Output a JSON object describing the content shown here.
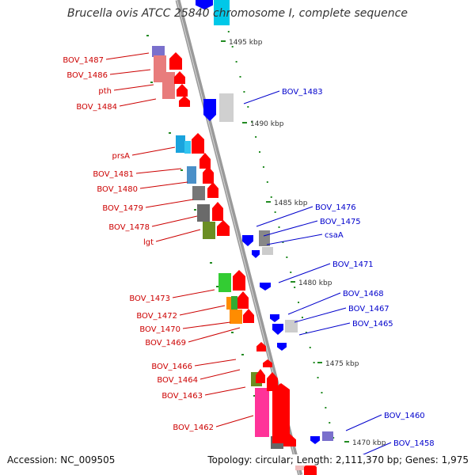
{
  "title": "Brucella ovis ATCC 25840 chromosome I, complete sequence",
  "footer": {
    "accession": "Accession: NC_009505",
    "stats": "Topology: circular; Length: 2,111,370 bp; Genes: 1,975"
  },
  "colors": {
    "left_label": "#cc0000",
    "right_label": "#0000cc",
    "ruler_label": "#333333",
    "tick": "#228b22",
    "axis": "#999999"
  },
  "ruler": [
    {
      "label": "1495 kbp"
    },
    {
      "label": "1490 kbp"
    },
    {
      "label": "1485 kbp"
    },
    {
      "label": "1480 kbp"
    },
    {
      "label": "1475 kbp"
    },
    {
      "label": "1470 kbp"
    }
  ],
  "left_genes": [
    {
      "label": "BOV_1487",
      "color": "#ff0000"
    },
    {
      "label": "BOV_1486",
      "color": "#ff0000"
    },
    {
      "label": "pth",
      "color": "#ff0000"
    },
    {
      "label": "BOV_1484",
      "color": "#ff0000"
    },
    {
      "label": "prsA",
      "color": "#ff0000"
    },
    {
      "label": "BOV_1481",
      "color": "#ff0000"
    },
    {
      "label": "BOV_1480",
      "color": "#ff0000"
    },
    {
      "label": "BOV_1479",
      "color": "#ff0000"
    },
    {
      "label": "BOV_1478",
      "color": "#ff0000"
    },
    {
      "label": "lgt",
      "color": "#ff0000"
    },
    {
      "label": "BOV_1473",
      "color": "#ff0000"
    },
    {
      "label": "BOV_1472",
      "color": "#ff0000"
    },
    {
      "label": "BOV_1470",
      "color": "#ff0000"
    },
    {
      "label": "BOV_1469",
      "color": "#ff0000"
    },
    {
      "label": "BOV_1466",
      "color": "#ff0000"
    },
    {
      "label": "BOV_1464",
      "color": "#ff0000"
    },
    {
      "label": "BOV_1463",
      "color": "#ff0000"
    },
    {
      "label": "BOV_1462",
      "color": "#ff0000"
    }
  ],
  "right_genes": [
    {
      "label": "BOV_1483",
      "color": "#0000ff"
    },
    {
      "label": "BOV_1476",
      "color": "#0000ff"
    },
    {
      "label": "BOV_1475",
      "color": "#0000ff"
    },
    {
      "label": "csaA",
      "color": "#0000ff"
    },
    {
      "label": "BOV_1471",
      "color": "#0000ff"
    },
    {
      "label": "BOV_1468",
      "color": "#0000ff"
    },
    {
      "label": "BOV_1467",
      "color": "#0000ff"
    },
    {
      "label": "BOV_1465",
      "color": "#0000ff"
    },
    {
      "label": "BOV_1460",
      "color": "#0000ff"
    },
    {
      "label": "BOV_1458",
      "color": "#0000ff"
    }
  ]
}
